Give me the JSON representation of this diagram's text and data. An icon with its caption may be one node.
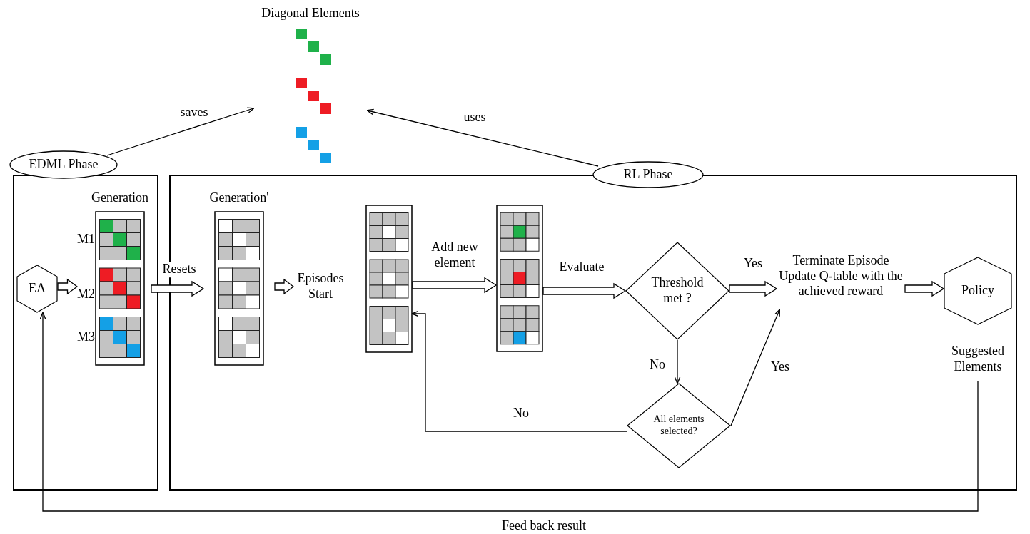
{
  "diagram": {
    "nodes": [
      {
        "text": [
          "Diagonal Elements"
        ]
      },
      {
        "text": [
          "EDML Phase"
        ]
      },
      {
        "text": [
          "RL Phase"
        ]
      },
      {
        "text": [],
        "shape": "box"
      },
      {
        "text": [
          "EA"
        ],
        "in": 3
      },
      {
        "text": [
          "Generation"
        ],
        "in": 3,
        "beside": [
          "M1",
          "M2",
          "M3"
        ]
      },
      {
        "text": [],
        "shape": "box"
      },
      {
        "text": [
          "Generation'"
        ],
        "in": 6
      },
      {
        "text": [
          "Episodes Start"
        ],
        "in": 6
      },
      {
        "text": [],
        "shape": "box",
        "in": 6
      },
      {
        "text": [],
        "shape": "box",
        "in": 6
      },
      {
        "text": [
          "Threshold met ?"
        ],
        "in": 6
      },
      {
        "text": [
          "All elements selected?"
        ],
        "in": 6
      },
      {
        "text": [
          "Terminate Episode Update Q-table with the achieved reward"
        ],
        "in": 6
      },
      {
        "text": [
          "Policy"
        ],
        "in": 6,
        "beside": [
          "Suggested Elements"
        ]
      }
    ],
    "edges": [
      {
        "from": 1,
        "to": 0,
        "arrow": "to",
        "label": "saves"
      },
      {
        "from": 2,
        "to": 0,
        "arrow": "to",
        "label": "uses"
      },
      {
        "from": 4,
        "to": 5,
        "arrow": "to"
      },
      {
        "from": 5,
        "to": 7,
        "arrow": "to",
        "label": "Resets"
      },
      {
        "from": 7,
        "to": 8,
        "arrow": "to"
      },
      {
        "from": 9,
        "to": 10,
        "arrow": "to",
        "label": "Add new element"
      },
      {
        "from": 10,
        "to": 11,
        "arrow": "to",
        "label": "Evaluate"
      },
      {
        "from": 11,
        "to": 13,
        "arrow": "to",
        "label": "Yes"
      },
      {
        "from": 11,
        "to": 12,
        "arrow": "to",
        "label": "No"
      },
      {
        "from": 12,
        "to": 13,
        "arrow": "to",
        "label": "Yes"
      },
      {
        "from": 12,
        "to": 9,
        "arrow": "to",
        "label": "No"
      },
      {
        "from": 13,
        "to": 14,
        "arrow": "to"
      },
      {
        "from": 14,
        "to": 4,
        "arrow": "to",
        "label": "Feed back result"
      }
    ]
  }
}
